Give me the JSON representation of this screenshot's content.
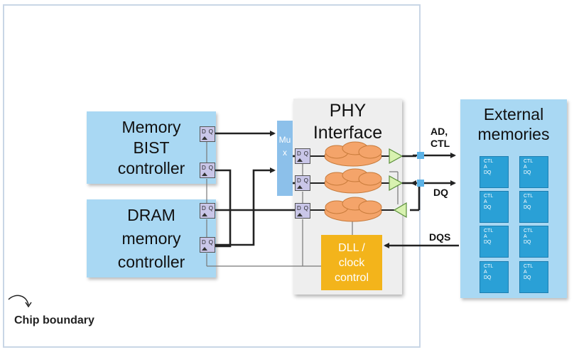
{
  "chip_label": "Chip boundary",
  "bist_label": "Memory BIST controller",
  "dram_label": "DRAM memory controller",
  "phy_title": "PHY Interface",
  "mux_label": "Mux",
  "dll_label": "DLL / clock control",
  "external_title": "External memories",
  "signals": {
    "ad_ctl": "AD, CTL",
    "dq": "DQ",
    "dqs": "DQS"
  },
  "flipflop": {
    "d": "D",
    "q": "Q"
  },
  "memory_chip": {
    "line1": "CTL",
    "line2": "A",
    "line3": "DQ"
  },
  "colors": {
    "block_blue": "#a9d8f3",
    "mux_blue": "#8cc0ea",
    "dll_orange": "#f3b41b",
    "cloud_orange": "#f4a46a",
    "buffer_green": "#d8f2b0",
    "chip_blue": "#2aa0d6",
    "flipflop": "#c9c6e8"
  }
}
